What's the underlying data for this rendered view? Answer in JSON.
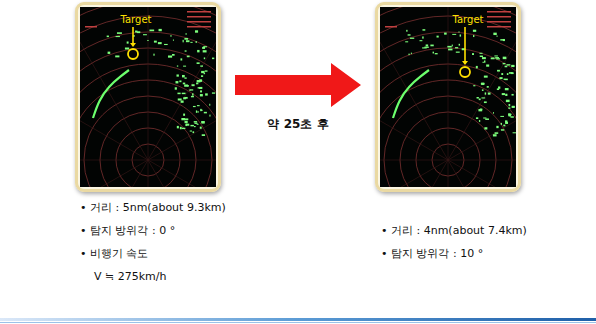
{
  "diagram": {
    "nodes": [
      {
        "text": [
          "Target"
        ]
      },
      {
        "text": [
          "Target"
        ]
      }
    ],
    "edges": [
      {
        "from": 0,
        "to": 1,
        "arrow": "to",
        "label": "약 25초 후"
      }
    ],
    "labels": [
      "• 거리 : 5nm(about 9.3km)",
      "• 탐지 방위각 : 0 °",
      "• 비행기 속도",
      "V ≒ 275km/h",
      "• 거리 : 4nm(about 7.4km)",
      "• 탐지 방위각 : 10 °"
    ]
  }
}
